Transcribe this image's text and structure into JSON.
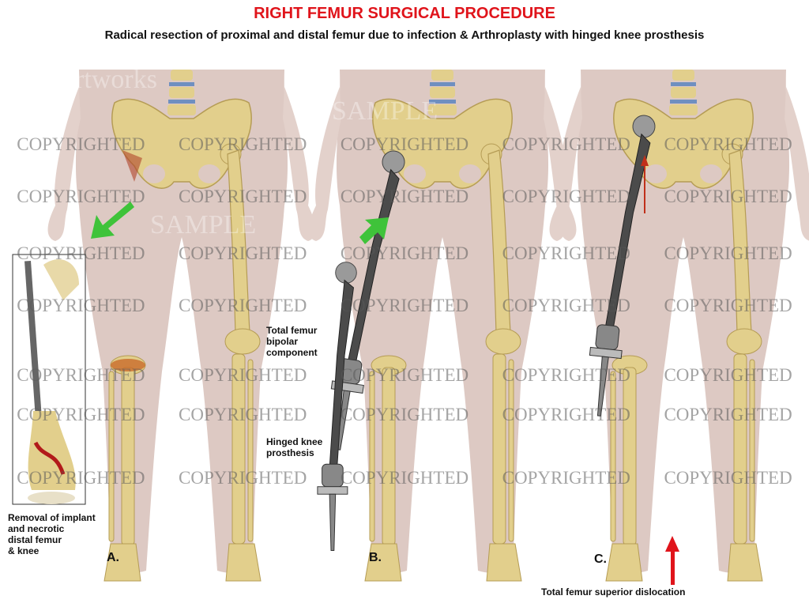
{
  "header": {
    "title": "RIGHT FEMUR SURGICAL PROCEDURE",
    "subtitle": "Radical resection of proximal and distal femur due to infection & Arthroplasty with hinged knee prosthesis"
  },
  "panels": [
    {
      "letter": "A.",
      "labels": [
        "Removal of implant",
        "and necrotic",
        "distal femur",
        "& knee"
      ]
    },
    {
      "letter": "B.",
      "labels": [
        "Total femur",
        "bipolar",
        "component",
        "Hinged knee",
        "prosthesis"
      ]
    },
    {
      "letter": "C.",
      "labels": [
        "Total femur superior dislocation"
      ]
    }
  ],
  "watermark": {
    "text": "COPYRIGHTED",
    "text2": "SAMPLE",
    "text3": "artworks"
  },
  "colors": {
    "title": "#e0141b",
    "skin": "#d8c3bd",
    "bone": "#e2cf8c",
    "implant": "#5a5a5a",
    "arrow_green": "#3fc33a",
    "arrow_red": "#e0141b"
  }
}
